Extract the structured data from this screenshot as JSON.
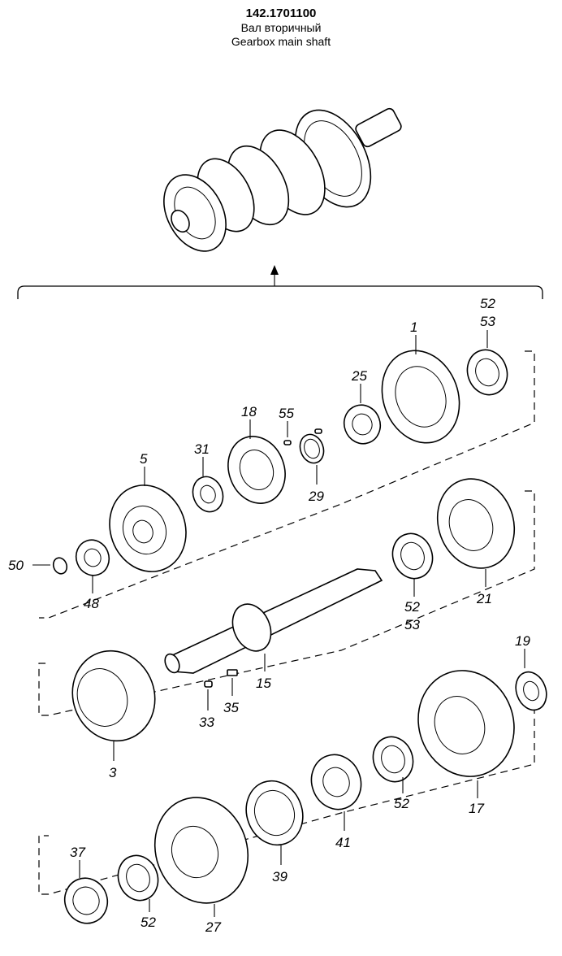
{
  "header": {
    "part_number": "142.1701100",
    "title_ru": "Вал вторичный",
    "title_en": "Gearbox main shaft"
  },
  "callouts": [
    "52",
    "53",
    "1",
    "25",
    "18",
    "55",
    "31",
    "29",
    "5",
    "50",
    "48",
    "52",
    "53",
    "21",
    "15",
    "33",
    "35",
    "3",
    "19",
    "17",
    "52",
    "41",
    "39",
    "27",
    "37",
    "52"
  ]
}
